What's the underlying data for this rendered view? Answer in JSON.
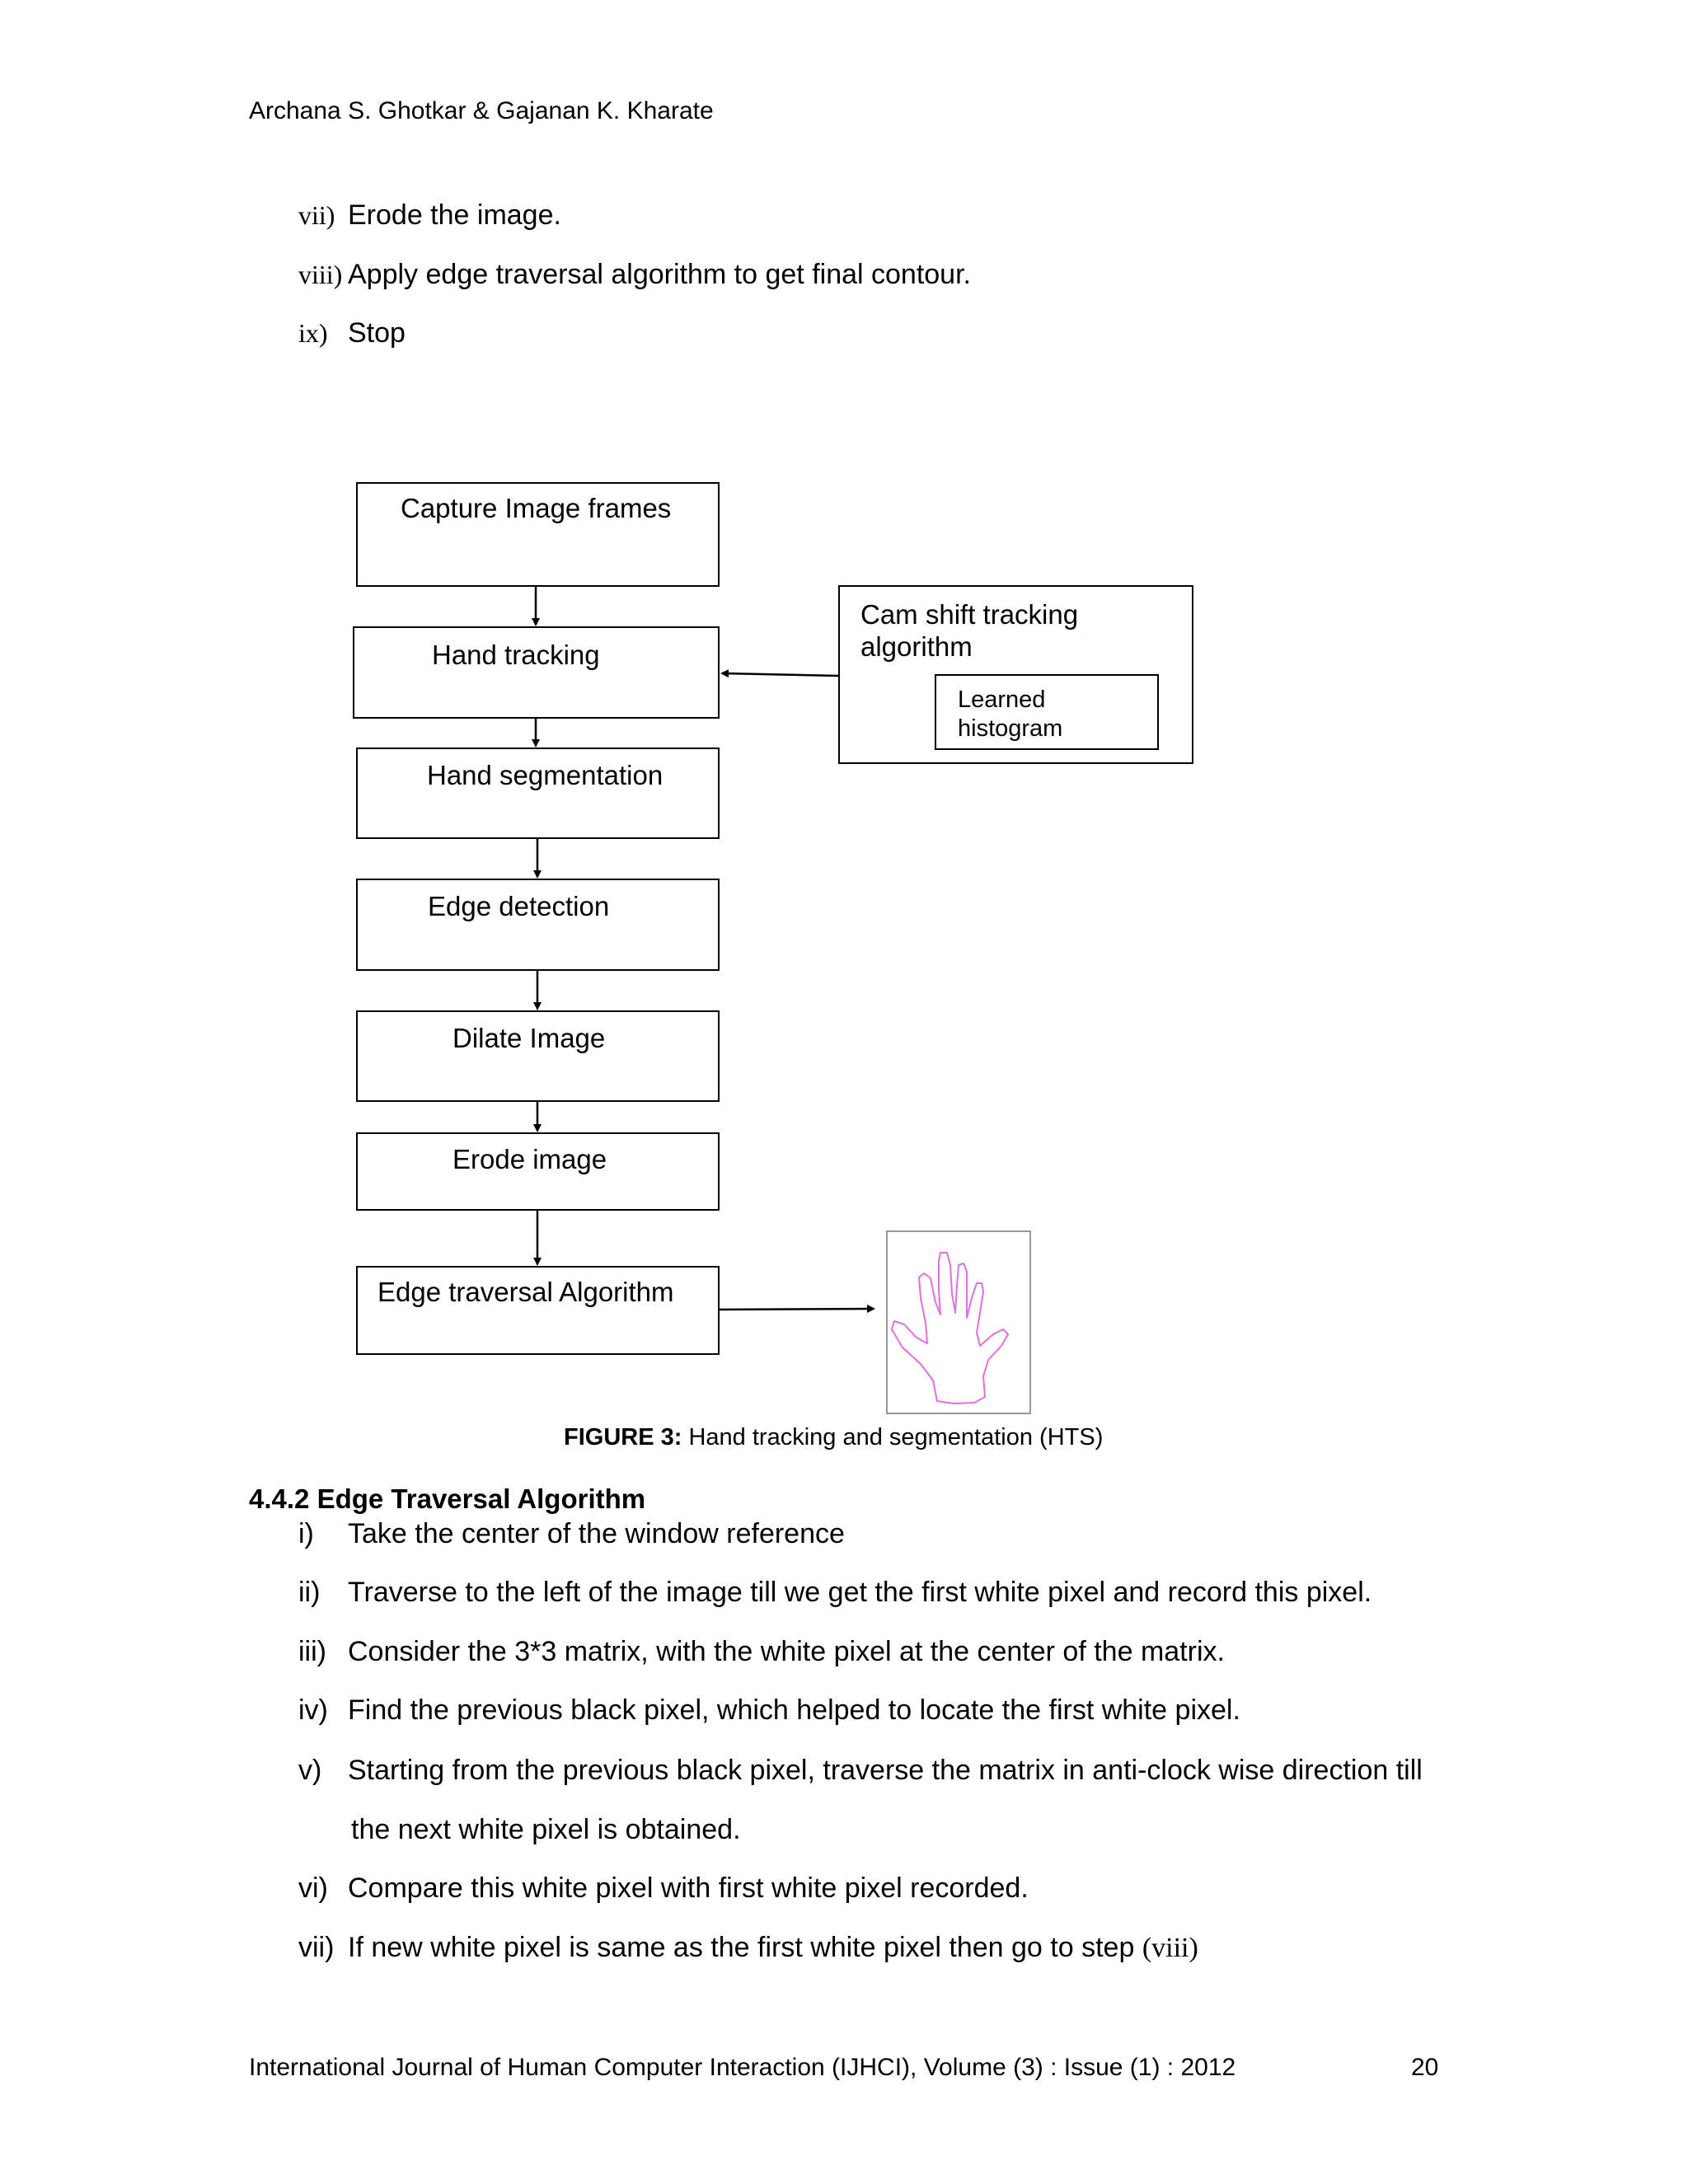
{
  "header": {
    "authors": "Archana S. Ghotkar & Gajanan K. Kharate"
  },
  "top_steps": [
    {
      "num": "vii)",
      "text": "Erode the image."
    },
    {
      "num": "viii)",
      "text": "Apply edge traversal algorithm to get final contour."
    },
    {
      "num": "ix)",
      "text": "Stop"
    }
  ],
  "figure": {
    "boxes": {
      "capture": "Capture Image frames",
      "hand_tracking": "Hand tracking",
      "hand_segmentation": "Hand segmentation",
      "edge_detection": "Edge detection",
      "dilate": "Dilate Image",
      "erode": "Erode image",
      "edge_traversal": "Edge traversal Algorithm",
      "camshift_line1": "Cam shift tracking",
      "camshift_line2": "algorithm",
      "learned_line1": "Learned",
      "learned_line2": "histogram"
    },
    "caption_label": "FIGURE 3:",
    "caption_text": " Hand tracking and segmentation (HTS)",
    "hand_contour_color": "#e070e0"
  },
  "section": {
    "title": "4.4.2 Edge Traversal Algorithm",
    "steps": [
      {
        "num": "i)",
        "text": "Take the center of the window reference"
      },
      {
        "num": "ii)",
        "text": "Traverse to the left of the image till we get the first white pixel and record this pixel."
      },
      {
        "num": "iii)",
        "text": "Consider the 3*3 matrix, with the white pixel at the center of the matrix."
      },
      {
        "num": "iv)",
        "text": "Find the previous black pixel, which helped to locate the first white pixel."
      },
      {
        "num": "v)",
        "text": "Starting from the previous black pixel, traverse the matrix in anti-clock wise direction till",
        "cont": "the next white pixel is obtained."
      },
      {
        "num": "vi)",
        "text": "Compare this white pixel with first white pixel recorded."
      },
      {
        "num": "vii)",
        "text": "If new white pixel is same as the first white pixel then go to step ",
        "ref": "(viii)"
      }
    ]
  },
  "footer": {
    "journal": "International Journal of Human Computer Interaction (IJHCI), Volume (3) : Issue (1) : 2012",
    "page": "20"
  }
}
